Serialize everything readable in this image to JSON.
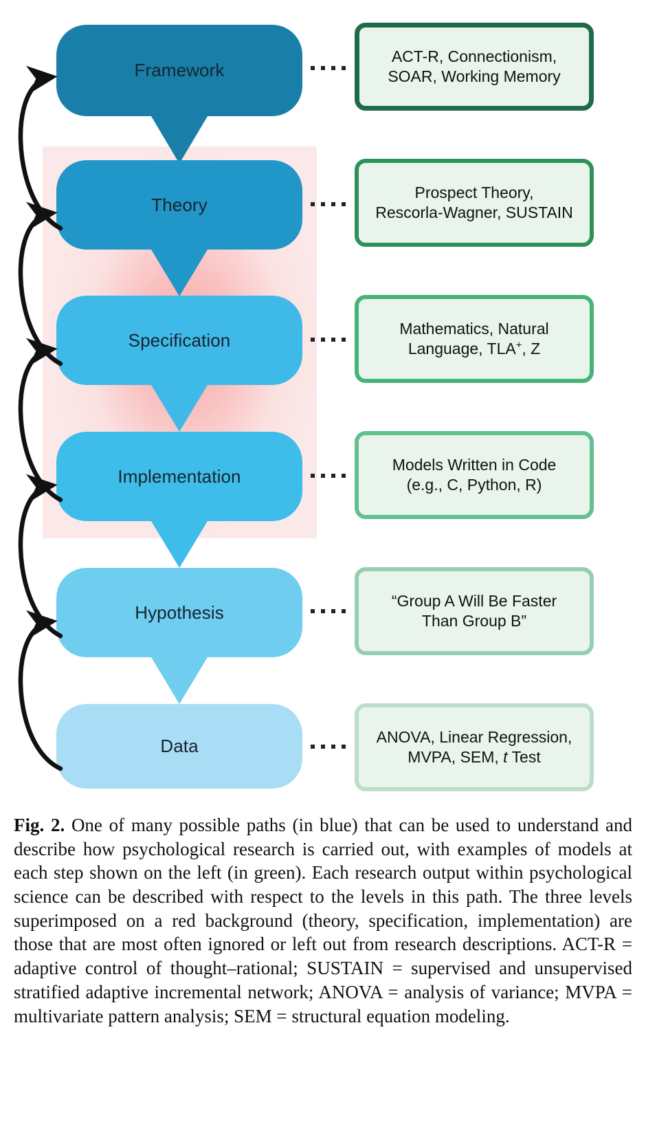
{
  "figure": {
    "label": "Fig. 2.",
    "caption_body": "One of many possible paths (in blue) that can be used to understand and describe how psychological research is carried out, with examples of models at each step shown on the left (in green). Each research output within psychological science can be described with respect to the levels in this path. The three levels superimposed on a red background (theory, specification, implementation) are those that are most often ignored or left out from research descriptions. ACT-R = adaptive control of thought–rational; SUSTAIN = supervised and unsupervised stratified adaptive incremental network; ANOVA = analysis of variance; MVPA = multivariate pattern analysis; SEM = structural equation modeling."
  },
  "colors": {
    "step_1": "#1a7fa8",
    "step_2": "#2196c8",
    "step_3": "#3fb9e8",
    "step_4": "#3fbdea",
    "step_5": "#6fcdf0",
    "step_6": "#a8ddf5",
    "green_border_1": "#1f6b47",
    "green_border_2": "#2e9158",
    "green_border_3": "#47b377",
    "green_border_4": "#62bf8e",
    "green_border_5": "#93cfb0",
    "green_border_6": "#bcddc8",
    "green_fill": "#e9f4ec",
    "red_background": "#fbe8e8",
    "red_glow": "#f7a0a0",
    "arrow": "#111111",
    "dotted_line": "#232323"
  },
  "steps": [
    {
      "id": "framework",
      "label": "Framework"
    },
    {
      "id": "theory",
      "label": "Theory"
    },
    {
      "id": "specification",
      "label": "Specification"
    },
    {
      "id": "implementation",
      "label": "Implementation"
    },
    {
      "id": "hypothesis",
      "label": "Hypothesis"
    },
    {
      "id": "data",
      "label": "Data"
    }
  ],
  "examples": [
    {
      "id": "framework-examples",
      "line1": "ACT-R, Connectionism,",
      "line2": "SOAR, Working Memory"
    },
    {
      "id": "theory-examples",
      "line1": "Prospect Theory,",
      "line2": "Rescorla-Wagner, SUSTAIN"
    },
    {
      "id": "specification-examples",
      "line1": "Mathematics, Natural",
      "line2_pre": "Language, TLA",
      "line2_sup": "+",
      "line2_post": ", Z"
    },
    {
      "id": "implementation-examples",
      "line1": "Models Written in Code",
      "line2": "(e.g., C, Python, R)"
    },
    {
      "id": "hypothesis-examples",
      "line1": "“Group A Will Be Faster",
      "line2": "Than Group B”"
    },
    {
      "id": "data-examples",
      "line1": "ANOVA, Linear Regression,",
      "line2_pre": "MVPA, SEM, ",
      "line2_italic": "t",
      "line2_post": " Test"
    }
  ],
  "highlight_region": {
    "name": "red-background-region",
    "covers": [
      "Theory",
      "Specification",
      "Implementation"
    ]
  }
}
